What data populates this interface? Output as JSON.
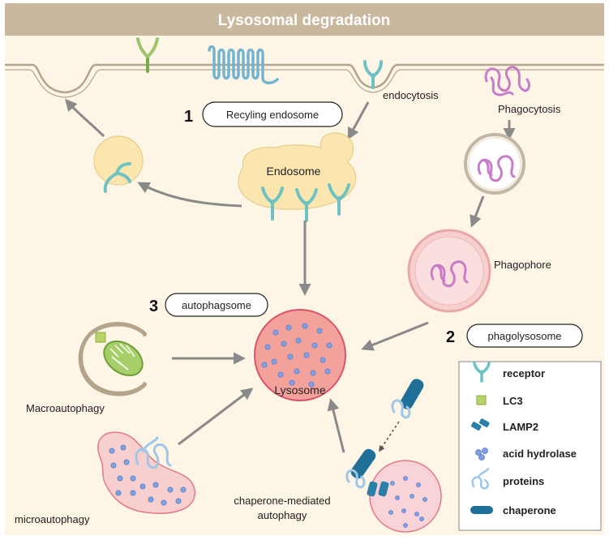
{
  "title": "Lysosomal degradation",
  "colors": {
    "header": "#c9b89e",
    "cytoplasm": "#fdf5e6",
    "membrane": "#b4a48c",
    "receptor": "#6fc2c2",
    "receptor_green": "#9cc56d",
    "gpcr": "#74b4cf",
    "phago_protein": "#c77cc7",
    "vesicle": "#fbe6b0",
    "lysosome": "#f2a29a",
    "lysosome_border": "#d9546a",
    "hydrolase": "#7f9fe0",
    "lc3": "#b8d36a",
    "lamp2": "#2b7fa8",
    "arrow": "#8a8a8a"
  },
  "pathways": [
    {
      "number": "1",
      "label": "Recyling endosome"
    },
    {
      "number": "2",
      "label": "phagolysosome"
    },
    {
      "number": "3",
      "label": "autophagsome"
    }
  ],
  "labels": {
    "endocytosis": "endocytosis",
    "phagocytosis": "Phagocytosis",
    "endosome": "Endosome",
    "phagophore": "Phagophore",
    "lysosome": "Lysosome",
    "macroautophagy": "Macroautophagy",
    "microautophagy": "microautophagy",
    "cma_line1": "chaperone-mediated",
    "cma_line2": "autophagy"
  },
  "legend": [
    {
      "icon": "receptor-icon",
      "label": "receptor"
    },
    {
      "icon": "lc3-icon",
      "label": "LC3"
    },
    {
      "icon": "lamp2-icon",
      "label": "LAMP2"
    },
    {
      "icon": "acid-hydrolase-icon",
      "label": "acid hydrolase"
    },
    {
      "icon": "proteins-icon",
      "label": "proteins"
    },
    {
      "icon": "chaperone-icon",
      "label": "chaperone"
    }
  ]
}
